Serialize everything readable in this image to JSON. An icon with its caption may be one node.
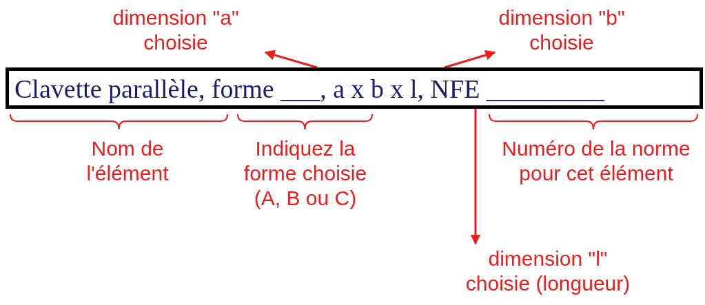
{
  "diagram": {
    "nodes": [
      {
        "text": [
          "Clavette parallèle, forme ___, a x b x l, NFE _________"
        ]
      },
      {
        "text": [
          "dimension \"a\" choisie"
        ]
      },
      {
        "text": [
          "dimension \"b\" choisie"
        ]
      },
      {
        "text": [
          "dimension \"l\" choisie (longueur)"
        ]
      }
    ],
    "edges": [
      {
        "from": 0,
        "to": 1,
        "arrow": "to"
      },
      {
        "from": 0,
        "to": 2,
        "arrow": "to"
      },
      {
        "from": 0,
        "to": 3,
        "arrow": "to"
      }
    ],
    "labels": [
      "Nom de l'élément",
      "Indiquez la forme choisie (A, B ou C)",
      "Numéro de la norme pour cet élément"
    ]
  }
}
